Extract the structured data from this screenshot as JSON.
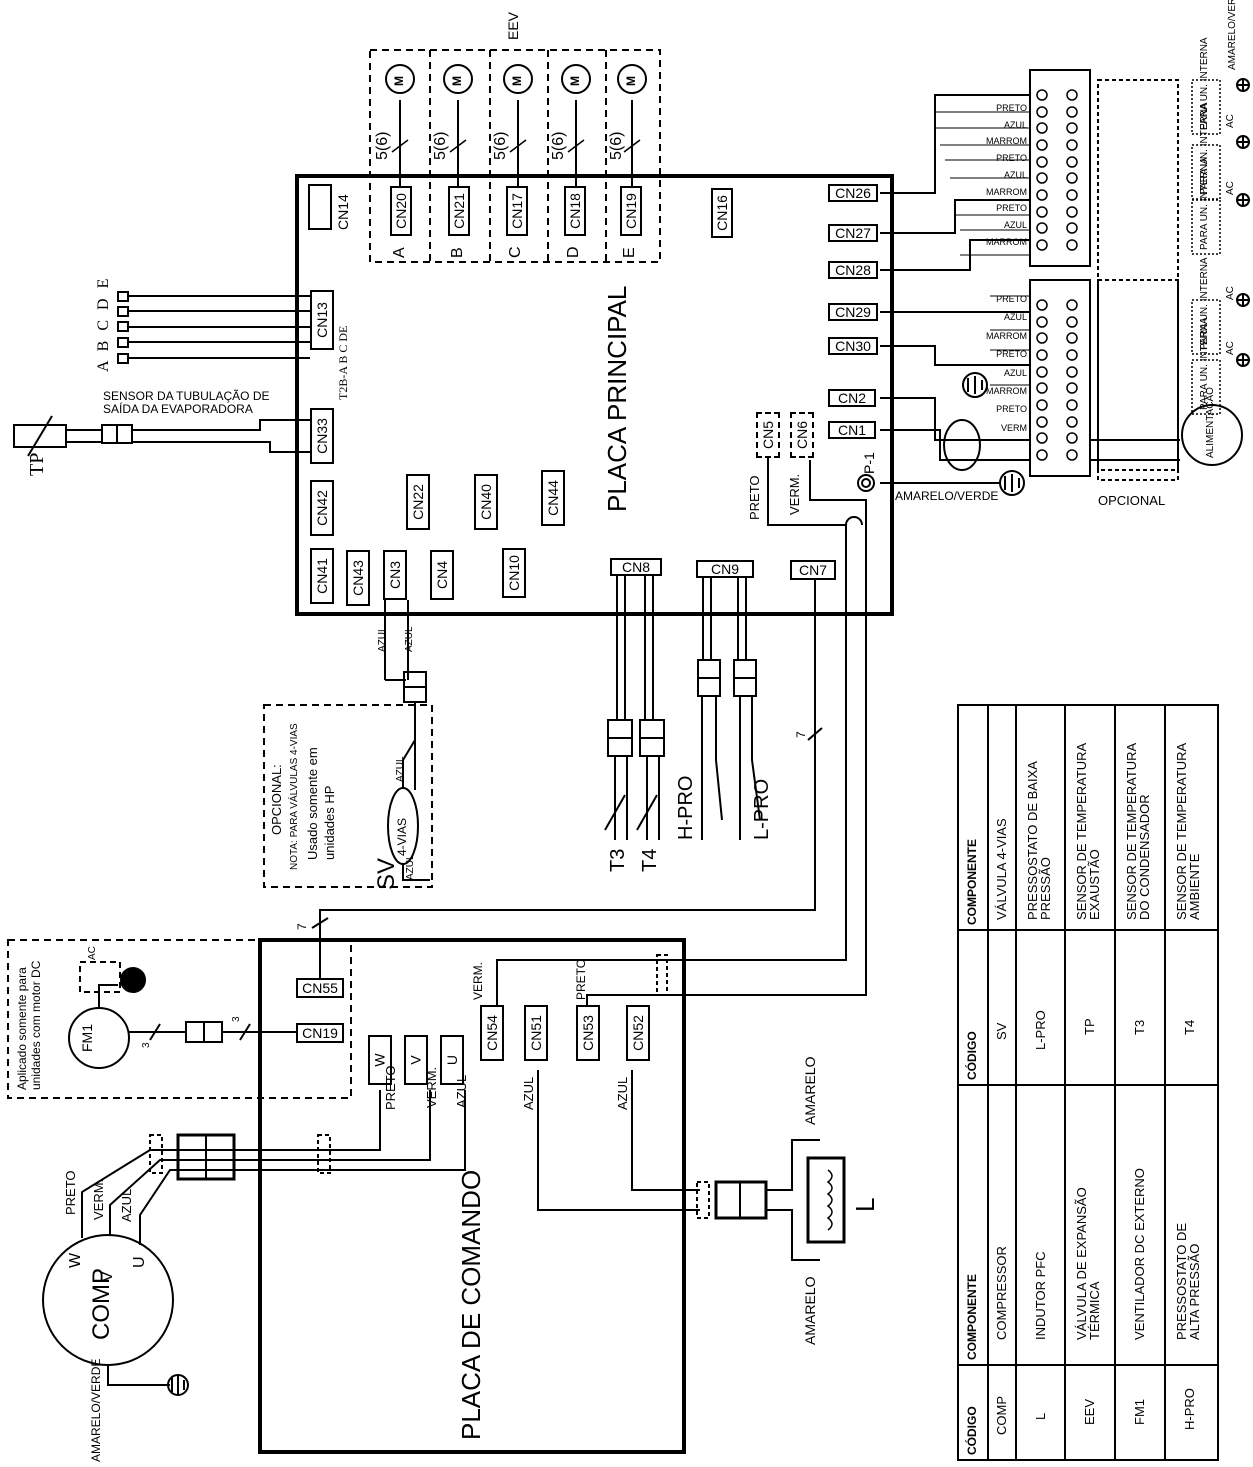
{
  "eev_label": "EEV",
  "eev_motor_symbol": "M",
  "eev_pins": [
    "5(6)",
    "5(6)",
    "5(6)",
    "5(6)",
    "5(6)"
  ],
  "main_board": {
    "title": "PLACA PRINCIPAL",
    "connectors_top": [
      "CN20",
      "CN21",
      "CN17",
      "CN18",
      "CN19"
    ],
    "connector_letters": [
      "A",
      "B",
      "C",
      "D",
      "E"
    ],
    "cn14": "CN14",
    "cn16": "CN16",
    "cn13": "CN13",
    "t2b_label": "T2B-A B C DE",
    "cn33": "CN33",
    "cn42": "CN42",
    "cn41": "CN41",
    "cn43": "CN43",
    "cn3": "CN3",
    "cn4": "CN4",
    "cn22": "CN22",
    "cn40": "CN40",
    "cn10": "CN10",
    "cn44": "CN44",
    "cn5": "CN5",
    "cn6": "CN6",
    "cn8": "CN8",
    "cn9": "CN9",
    "cn7": "CN7",
    "right_connectors": [
      "CN26",
      "CN27",
      "CN28",
      "CN29",
      "CN30",
      "CN2",
      "CN1"
    ],
    "p1": "P-1",
    "preto": "PRETO",
    "verm": "VERM."
  },
  "sensor_abcde": "A B C D E",
  "evap_sensor": "SENSOR DA TUBULAÇÃO DE\nSAÍDA DA EVAPORADORA",
  "tp_label": "TP",
  "terminal_wires_top": [
    "PRETO",
    "AZUL",
    "MARROM",
    "PRETO",
    "AZUL",
    "MARROM",
    "PRETO",
    "AZUL",
    "MARROM"
  ],
  "terminal_wires_bottom": [
    "PRETO",
    "AZUL",
    "MARROM",
    "PRETO",
    "AZUL",
    "MARROM",
    "PRETO",
    "VERM"
  ],
  "para_unidade": "PARA UN. INTERNA",
  "ac_label": "AC",
  "ground_top_right": "AMARELO/VERDE",
  "amarelo_verde_mid": "AMARELO/VERDE",
  "opcional": "OPCIONAL",
  "alimentacao": "ALIMENTAÇÃO",
  "sv_box": {
    "opcional": "OPCIONAL:",
    "nota": "NOTA: PARA VÁLVULAS 4-VIAS",
    "usado1": "Usado somente em",
    "usado2": "unidades HP",
    "sv": "SV",
    "four_vias": "4-VIAS",
    "azul": "AZUL"
  },
  "sensors": {
    "t3": "T3",
    "t4": "T4",
    "hpro": "H-PRO",
    "lpro": "L-PRO",
    "seven": "7"
  },
  "fan_box": {
    "note1": "Aplicado somente para",
    "note2": "unidades com motor DC",
    "fm1": "FM1",
    "three": "3",
    "ac": "AC"
  },
  "control_board": {
    "title": "PLACA DE COMANDO",
    "cn55": "CN55",
    "cn19": "CN19",
    "w": "W",
    "v": "V",
    "u": "U",
    "cn54": "CN54",
    "cn51": "CN51",
    "cn53": "CN53",
    "cn52": "CN52",
    "preto": "PRETO",
    "verm": "VERM.",
    "azul": "AZUL",
    "seven": "7"
  },
  "compressor": {
    "label": "COMP",
    "w": "W",
    "v": "V",
    "u": "U",
    "preto": "PRETO",
    "verm": "VERM.",
    "azul": "AZUL",
    "ground": "AMARELO/VERDE"
  },
  "inductor": {
    "label": "L",
    "amarelo": "AMARELO"
  },
  "legend": {
    "headers": [
      "CÓDIGO",
      "COMPONENTE",
      "CÓDIGO",
      "COMPONENTE"
    ],
    "rows": [
      [
        "COMP",
        "COMPRESSOR",
        "SV",
        "VÁLVULA 4-VIAS"
      ],
      [
        "L",
        "INDUTOR PFC",
        "L-PRO",
        "PRESSOSTATO DE BAIXA\nPRESSÃO"
      ],
      [
        "EEV",
        "VÁLVULA DE EXPANSÃO\nTÉRMICA",
        "TP",
        "SENSOR DE TEMPERATURA\nEXAUSTÃO"
      ],
      [
        "FM1",
        "VENTILADOR DC EXTERNO",
        "T3",
        "SENSOR DE TEMPERATURA\nDO CONDENSADOR"
      ],
      [
        "H-PRO",
        "PRESSOSTATO DE\nALTA PRESSÃO",
        "T4",
        "SENSOR DE TEMPERATURA\nAMBIENTE"
      ]
    ]
  }
}
